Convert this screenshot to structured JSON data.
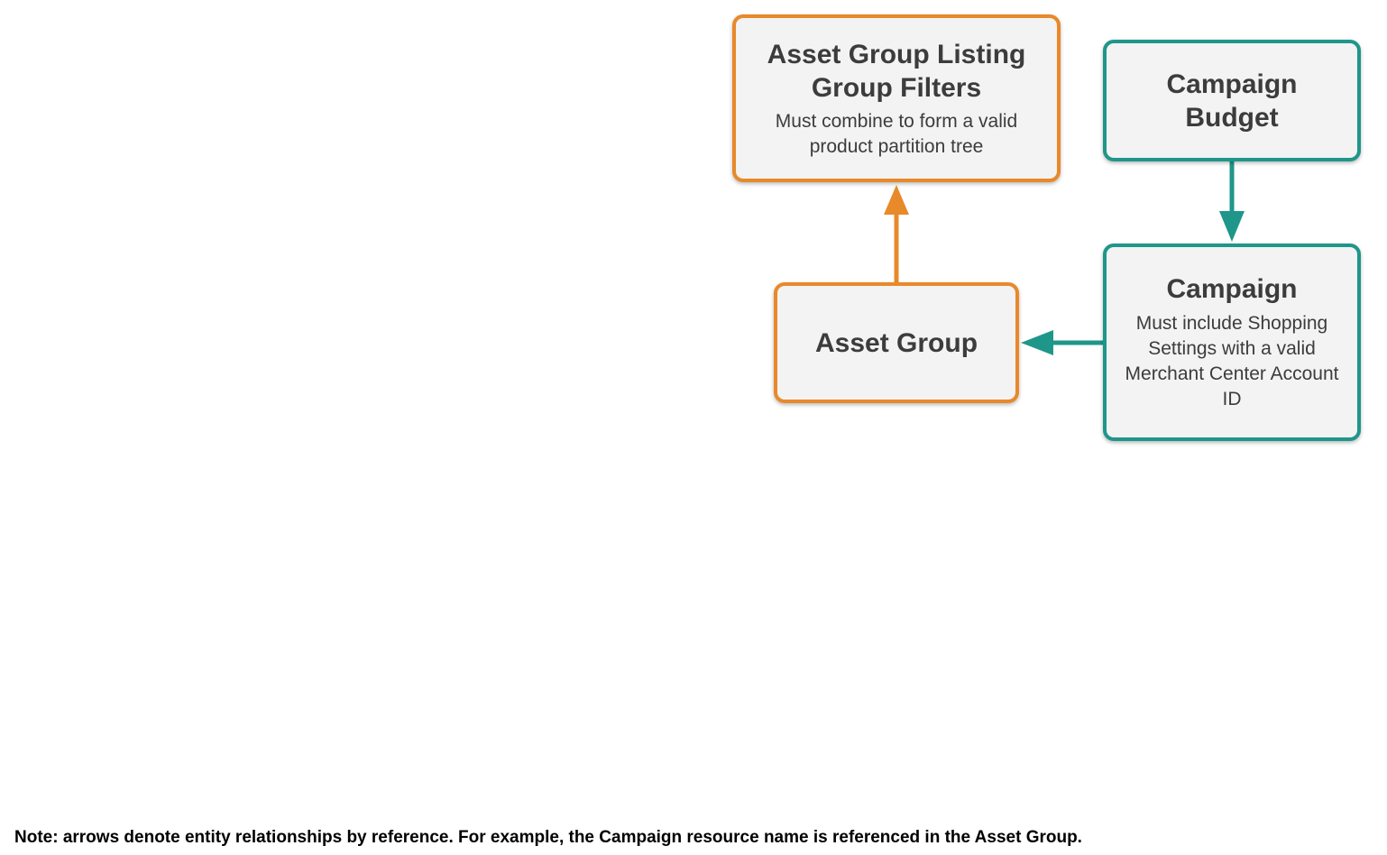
{
  "colors": {
    "orange": "#e8892a",
    "teal": "#1f968a",
    "node_fill": "#f3f3f3",
    "text": "#3c3c3c"
  },
  "nodes": {
    "filters": {
      "title": "Asset Group Listing Group Filters",
      "description": "Must combine to form a valid product partition tree",
      "color": "orange"
    },
    "budget": {
      "title": "Campaign Budget",
      "color": "teal"
    },
    "asset_group": {
      "title": "Asset Group",
      "color": "orange"
    },
    "campaign": {
      "title": "Campaign",
      "description": "Must include Shopping Settings with a valid Merchant Center Account ID",
      "color": "teal"
    }
  },
  "edges": [
    {
      "from": "asset_group",
      "to": "filters",
      "color": "orange"
    },
    {
      "from": "budget",
      "to": "campaign",
      "color": "teal"
    },
    {
      "from": "campaign",
      "to": "asset_group",
      "color": "teal"
    }
  ],
  "note": "Note: arrows denote entity relationships by reference. For example, the Campaign resource name is referenced in the Asset Group."
}
